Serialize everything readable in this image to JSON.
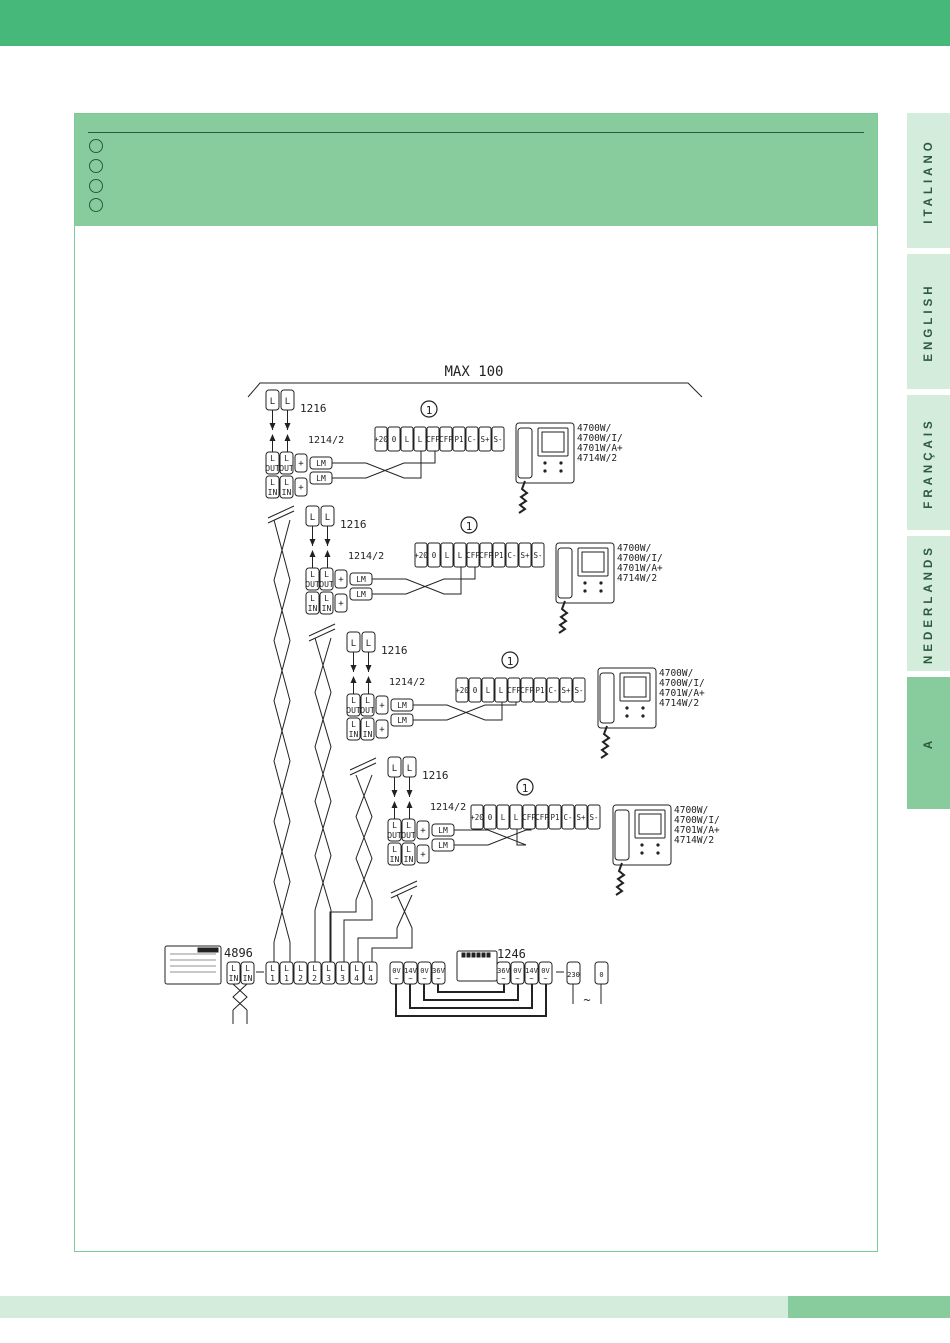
{
  "header": {
    "bar_color": "#46b87a",
    "panel_color": "#88cc9d"
  },
  "languages": [
    {
      "label": "ITALIANO",
      "active": false
    },
    {
      "label": "ENGLISH",
      "active": false
    },
    {
      "label": "FRANÇAIS",
      "active": false
    },
    {
      "label": "NEDERLANDS",
      "active": false
    },
    {
      "label": "A",
      "active": true
    }
  ],
  "diagram": {
    "max_label": "MAX 100",
    "module_label": "1216",
    "distributor_label": "1214/2",
    "monitor_models": [
      "4700W/",
      "4700W/I/",
      "4701W/A+",
      "4714W/2"
    ],
    "callout": "1",
    "lm": "LM",
    "connector_codes": [
      "+20",
      "0",
      "L",
      "L",
      "CFP",
      "CFP",
      "P1",
      "C-",
      "S+",
      "S-"
    ],
    "controller_label": "4896",
    "power_label": "1246",
    "bus_terminals": [
      "L1",
      "L1",
      "L2",
      "L2",
      "L3",
      "L3",
      "L4",
      "L4"
    ],
    "power_terminals": [
      "0V",
      "14V",
      "0V",
      "36V"
    ],
    "supply_terminals": [
      "36V",
      "0V",
      "14V",
      "0V"
    ],
    "mains_terminals": [
      "230",
      "0"
    ],
    "mains_symbol": "~"
  }
}
